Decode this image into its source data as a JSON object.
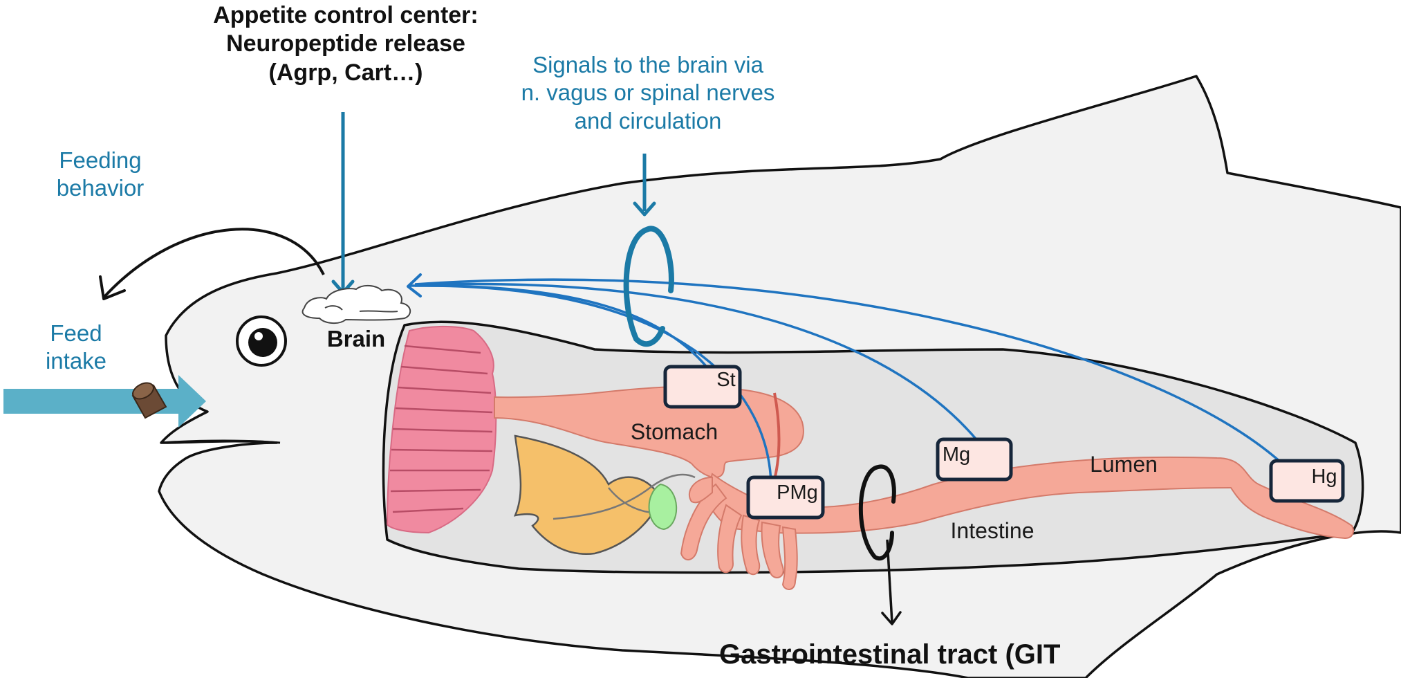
{
  "header": {
    "appetite_line1": "Appetite control center:",
    "appetite_line2": "Neuropeptide release",
    "appetite_line3": "(Agrp, Cart…)",
    "signals_line1": "Signals to the brain via",
    "signals_line2": "n. vagus or spinal nerves",
    "signals_line3": "and circulation"
  },
  "labels": {
    "feeding_line1": "Feeding",
    "feeding_line2": "behavior",
    "feed_line1": "Feed",
    "feed_line2": "intake",
    "brain": "Brain",
    "stomach": "Stomach",
    "lumen": "Lumen",
    "intestine": "Intestine",
    "git": "Gastrointestinal tract (GIT"
  },
  "boxes": {
    "st": "St",
    "pmg": "PMg",
    "mg": "Mg",
    "hg": "Hg"
  },
  "colors": {
    "signal_blue": "#1b7aa6",
    "nerve_blue": "#1f74c0",
    "feed_arrow": "#5bb0c8",
    "gut": "#f5a898",
    "gills": "#f08aa0",
    "liver": "#f5c06a",
    "gallbladder": "#a8f0a0",
    "fish_body": "#f2f2f2",
    "cavity": "#e3e3e3",
    "box_outline": "#16263a"
  }
}
